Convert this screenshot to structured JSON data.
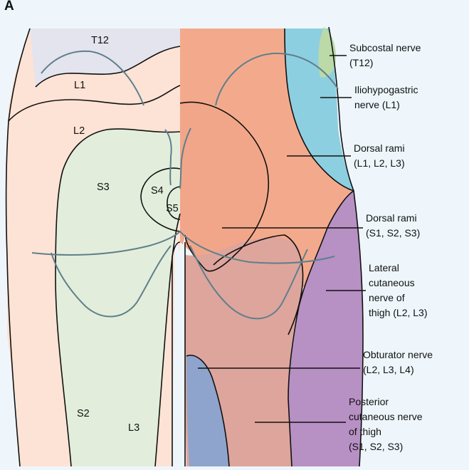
{
  "panel_letter": "A",
  "colors": {
    "background": "#eef6fb",
    "dermatome_t12": "#e4e4ee",
    "dermatome_lumbar": "#fde3d5",
    "dermatome_sacral": "#e2eedb",
    "subcostal": "#bcd9a8",
    "iliohypogastric": "#8ccfe0",
    "dorsal_rami_lumbar": "#f3aa8c",
    "dorsal_rami_sacral": "#f2a689",
    "posterior_cutaneous": "#dea59c",
    "lateral_cutaneous": "#b790c4",
    "obturator": "#8ea4cc",
    "nerve_line": "#5f7f8c"
  },
  "dermatomes": {
    "t12": "T12",
    "l1": "L1",
    "l2": "L2",
    "s3": "S3",
    "s4": "S4",
    "s5": "S5",
    "s2": "S2",
    "l3": "L3"
  },
  "labels": {
    "subcostal": [
      "Subcostal nerve",
      "(T12)"
    ],
    "iliohypogastric": [
      "Iliohypogastric",
      "nerve (L1)"
    ],
    "dorsal_rami_lumbar": [
      "Dorsal rami",
      "(L1, L2, L3)"
    ],
    "dorsal_rami_sacral": [
      "Dorsal rami",
      "(S1, S2, S3)"
    ],
    "lateral_cutaneous": [
      "Lateral",
      "cutaneous",
      "nerve of",
      "thigh (L2, L3)"
    ],
    "obturator": [
      "Obturator nerve",
      "(L2, L3, L4)"
    ],
    "posterior_cutaneous": [
      "Posterior",
      "cutaneous nerve",
      "of thigh",
      "(S1, S2, S3)"
    ]
  }
}
